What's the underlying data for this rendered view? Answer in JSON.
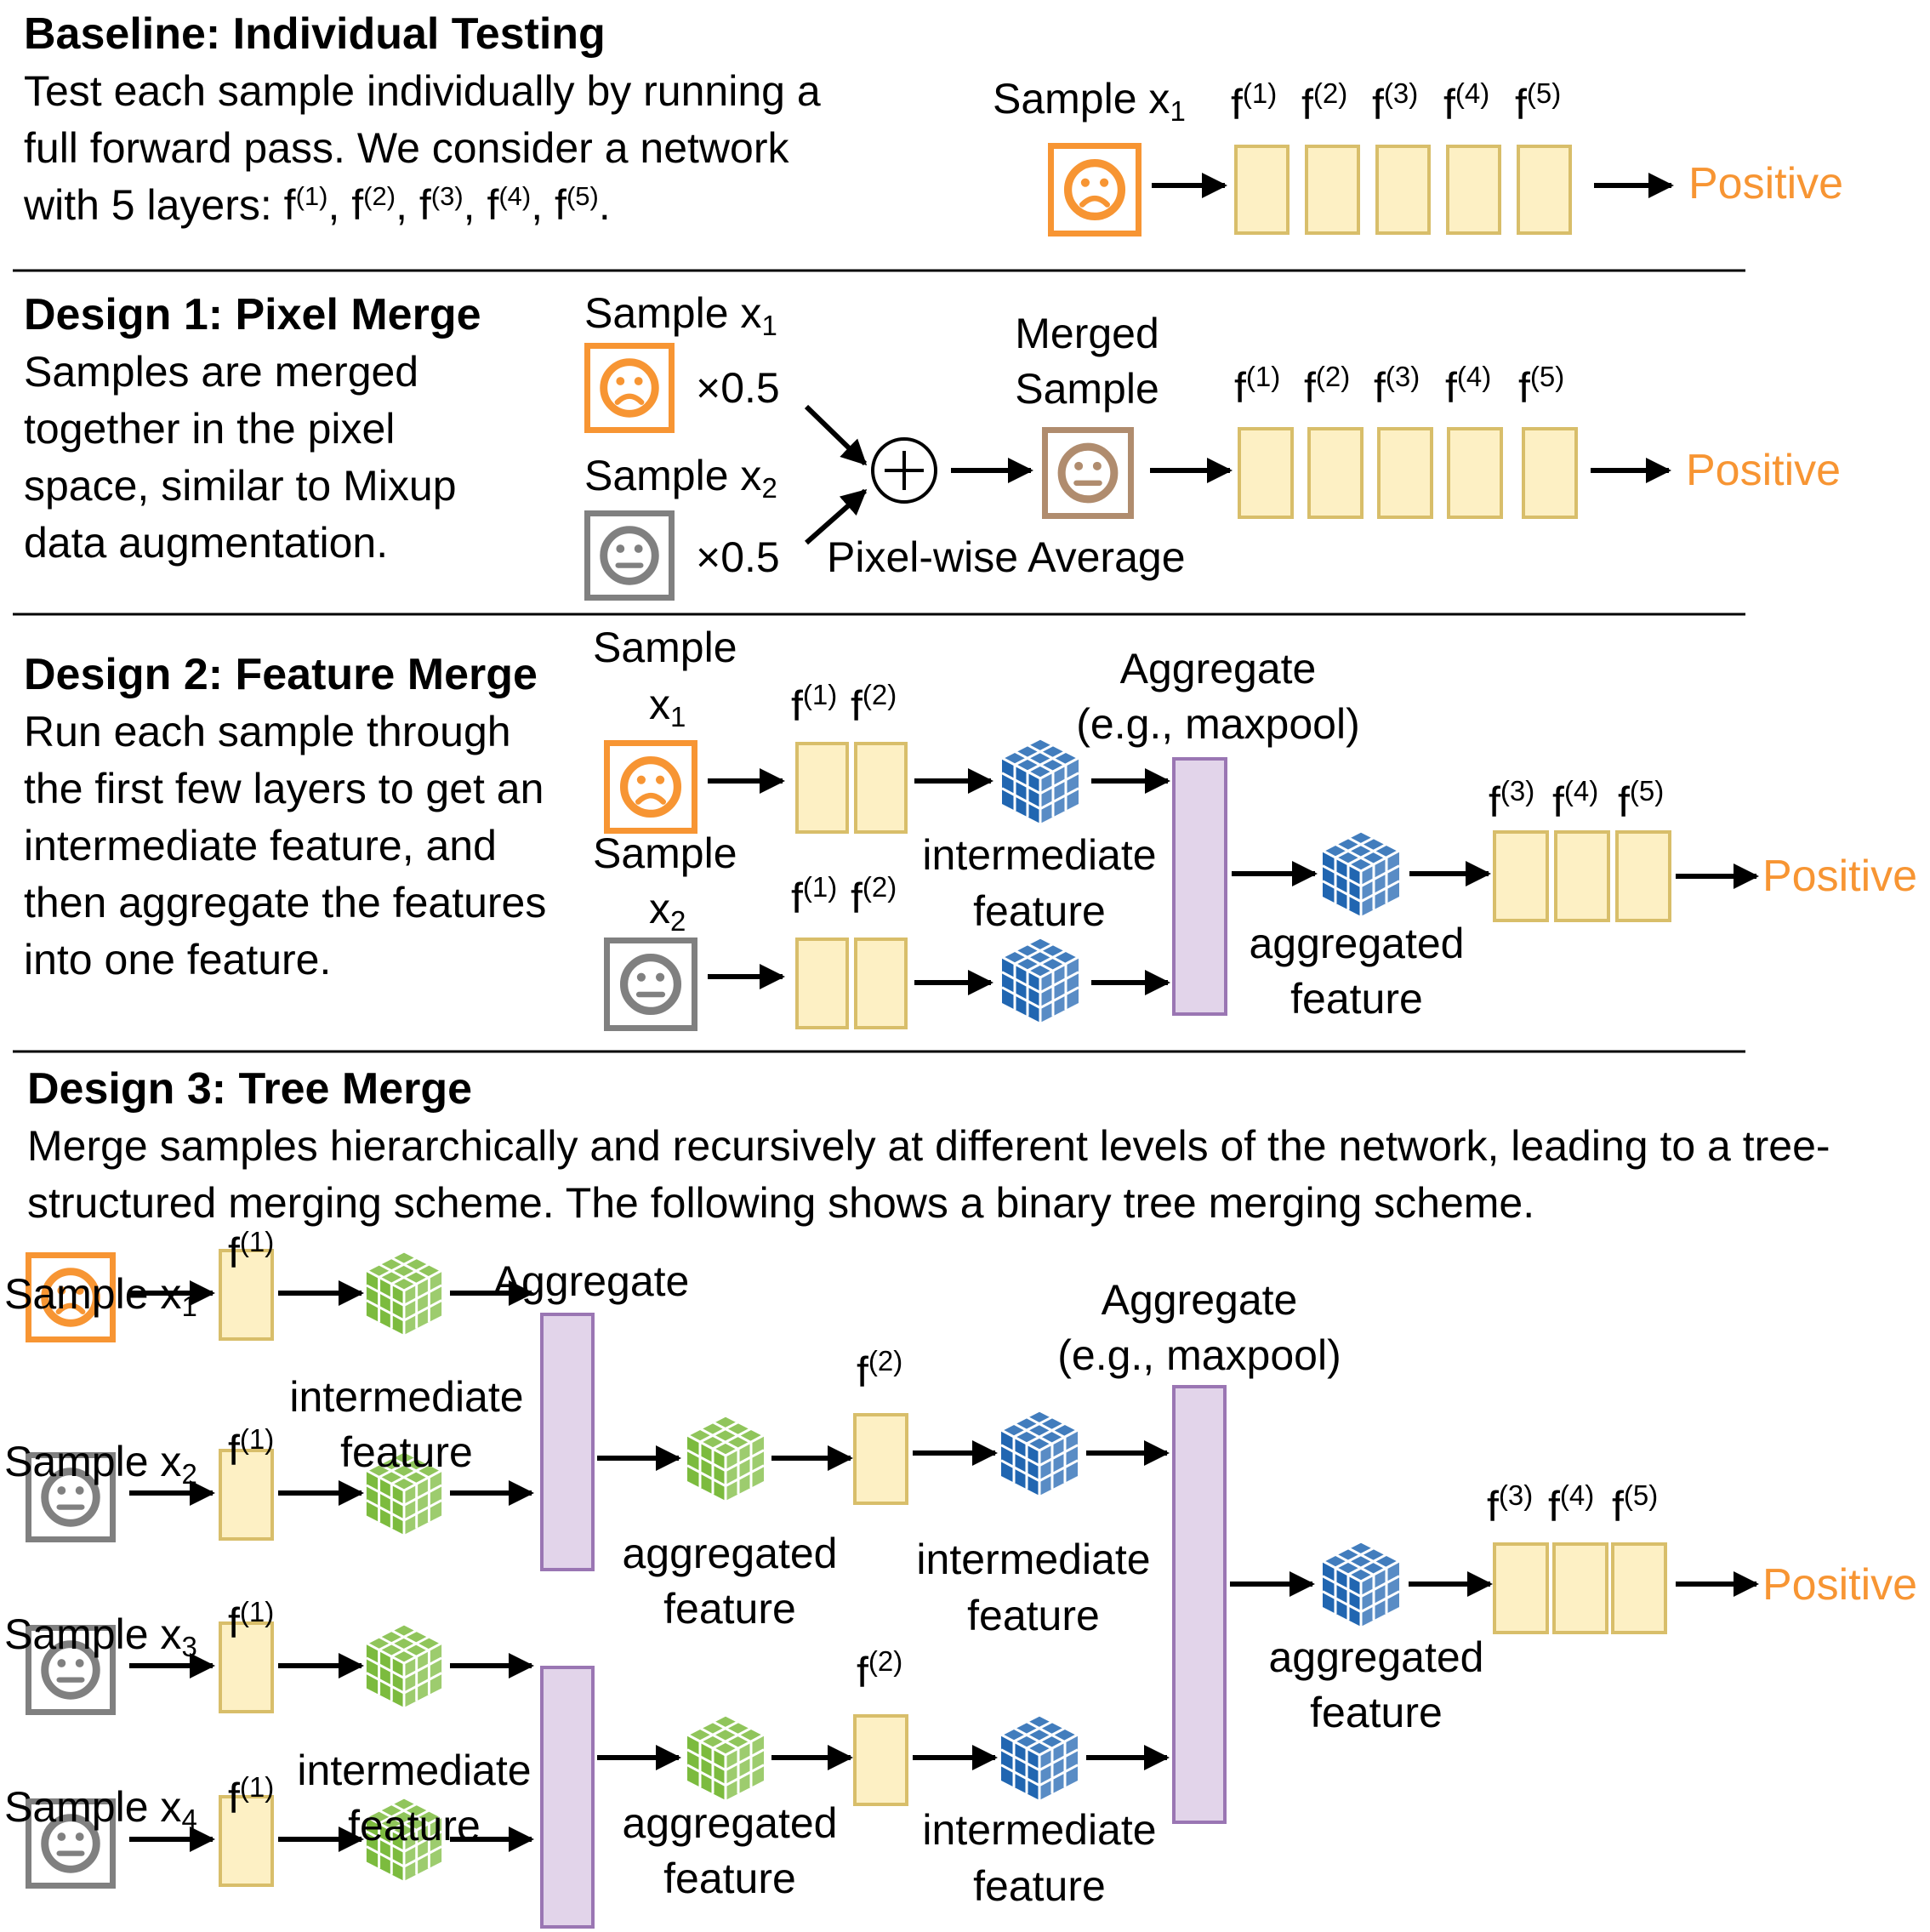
{
  "colors": {
    "orange": "#f79533",
    "gray": "#808080",
    "brown": "#b08c6e",
    "layer_fill": "#fdf0c4",
    "layer_stroke": "#d8be6a",
    "agg_fill": "#e2d4ea",
    "agg_stroke": "#9a76b3",
    "blue_cube": "#2166b1",
    "green_cube": "#7cbb3e"
  },
  "icons": {
    "sad_face": "sad-face-icon",
    "neutral_face": "neutral-face-icon",
    "blue_feature": "blue-cube-icon",
    "green_feature": "green-cube-icon",
    "oplus": "oplus-icon"
  },
  "common": {
    "f": "f",
    "l1": "(1)",
    "l2": "(2)",
    "l3": "(3)",
    "l4": "(4)",
    "l5": "(5)",
    "sample": "Sample",
    "x": "x",
    "i1": "1",
    "i2": "2",
    "i3": "3",
    "i4": "4",
    "positive": "Positive",
    "intermediate": "intermediate",
    "feature": "feature",
    "aggregated": "aggregated",
    "aggregate": "Aggregate",
    "maxpool": "(e.g., maxpool)",
    "half": "×0.5"
  },
  "baseline": {
    "title": "Baseline: Individual Testing",
    "desc": "Test each sample individually by running a full forward pass. We consider a network with 5 layers: f(1), f(2), f(3), f(4), f(5).",
    "line1": "Test each sample individually by running a",
    "line2": "full forward pass. We consider a network",
    "line3_pre": "with 5 layers: ",
    "sep": ", ",
    "end": "."
  },
  "design1": {
    "title": "Design 1: Pixel Merge",
    "desc": "Samples are merged together in the pixel space, similar to Mixup data augmentation.",
    "merged1": "Merged",
    "merged2": "Sample",
    "pixel_avg": "Pixel-wise Average"
  },
  "design2": {
    "title": "Design 2: Feature Merge",
    "desc": "Run each sample through the first few layers to get an intermediate feature, and then aggregate the features into one feature."
  },
  "design3": {
    "title": "Design 3: Tree Merge",
    "desc": "Merge samples hierarchically and recursively at different levels of the network, leading to a tree-structured merging scheme. The following shows a binary tree merging scheme."
  }
}
